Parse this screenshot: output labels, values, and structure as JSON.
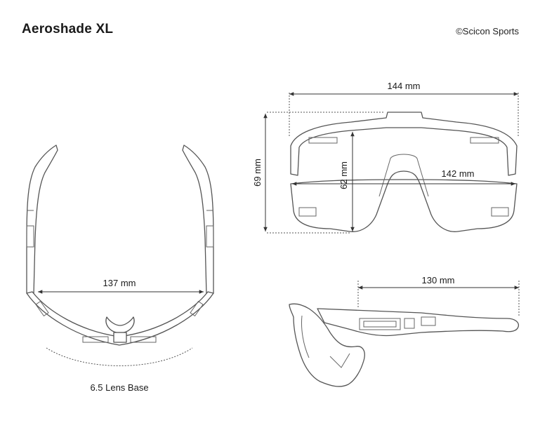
{
  "header": {
    "title": "Aeroshade XL",
    "copyright": "©Scicon Sports"
  },
  "views": {
    "top": {
      "width_label": "137 mm",
      "lens_base_label": "6.5 Lens Base"
    },
    "front": {
      "overall_width_label": "144 mm",
      "overall_height_label": "69 mm",
      "lens_height_label": "62 mm",
      "lens_width_label": "142 mm"
    },
    "side": {
      "temple_length_label": "130 mm"
    }
  },
  "colors": {
    "line": "#555555",
    "text": "#1a1a1a",
    "background": "#ffffff"
  }
}
